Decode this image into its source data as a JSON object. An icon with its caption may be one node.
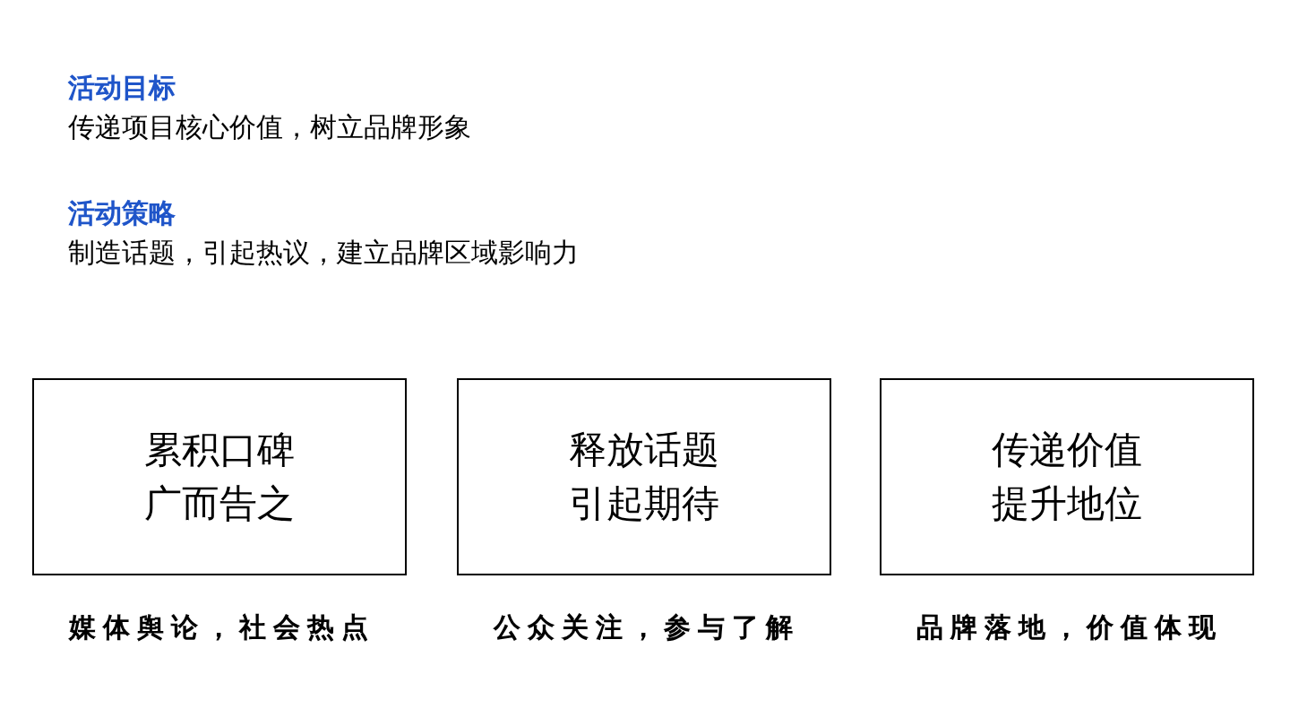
{
  "diagram": {
    "nodes": [
      {
        "text": [
          "累积口碑广而告之"
        ],
        "beside": [
          "媒体舆论，社会热点"
        ]
      },
      {
        "text": [
          "释放话题引起期待"
        ],
        "beside": [
          "公众关注，参与了解"
        ]
      },
      {
        "text": [
          "传递价值提升地位"
        ],
        "beside": [
          "品牌落地，价值体现"
        ]
      }
    ],
    "labels": [
      "活动目标",
      "传递项目核心价值，树立品牌形象",
      "活动策略",
      "制造话题，引起热议，建立品牌区域影响力"
    ]
  }
}
